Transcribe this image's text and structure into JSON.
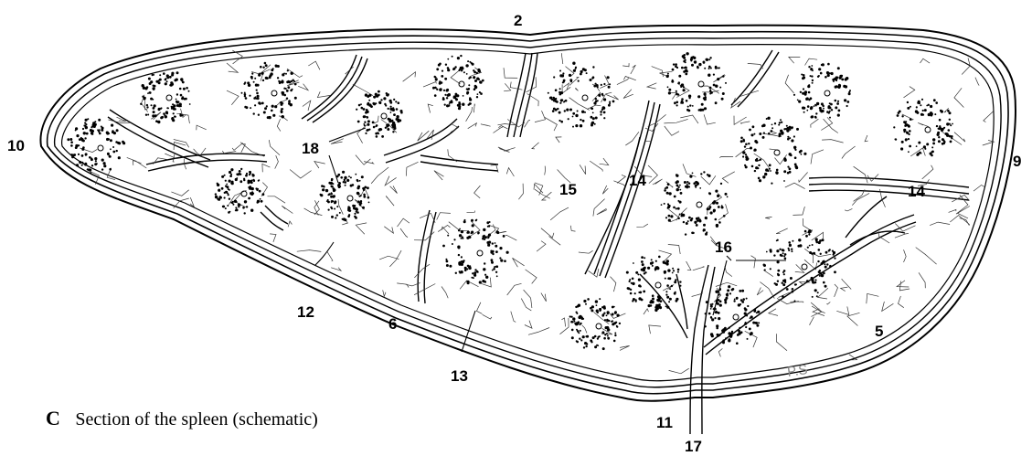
{
  "labels": {
    "l2": "2",
    "l5": "5",
    "l6": "6",
    "l9": "9",
    "l10": "10",
    "l11": "11",
    "l12": "12",
    "l13": "13",
    "l14a": "14",
    "l14b": "14",
    "l15": "15",
    "l16": "16",
    "l17": "17",
    "l18": "18"
  },
  "caption": {
    "letter": "C",
    "text": "Section of the spleen (schematic)"
  },
  "signature": "P.S",
  "colors": {
    "ink": "#000000",
    "background": "#ffffff",
    "signature": "#888888"
  }
}
